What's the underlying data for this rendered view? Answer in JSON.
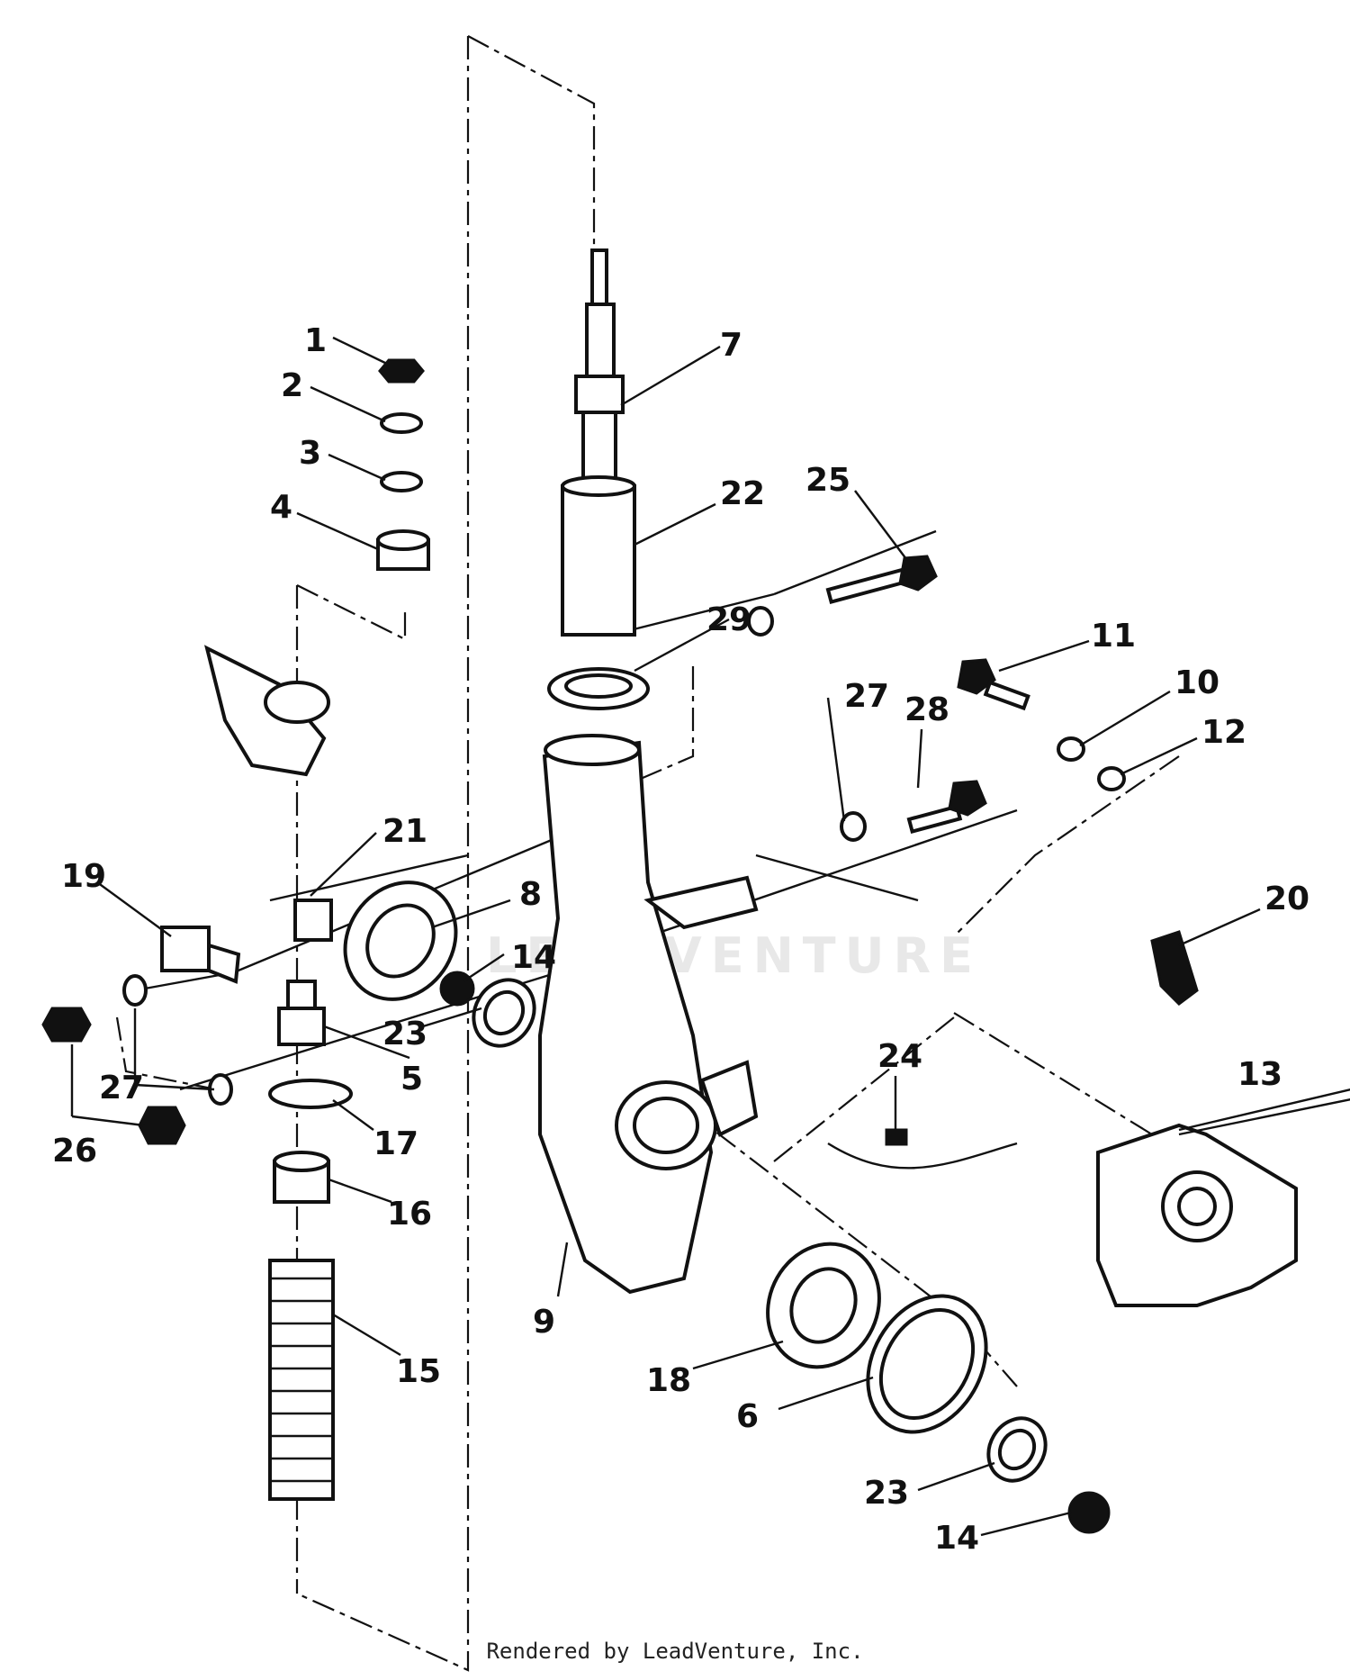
{
  "diagram": {
    "callouts": [
      "1",
      "2",
      "3",
      "4",
      "5",
      "6",
      "7",
      "8",
      "9",
      "10",
      "11",
      "12",
      "13",
      "14",
      "14",
      "15",
      "16",
      "17",
      "18",
      "19",
      "20",
      "21",
      "22",
      "23",
      "23",
      "24",
      "25",
      "26",
      "27",
      "27",
      "28",
      "29"
    ],
    "watermark": "LEADVENTURE"
  },
  "footer": {
    "text": "Rendered by LeadVenture, Inc."
  }
}
